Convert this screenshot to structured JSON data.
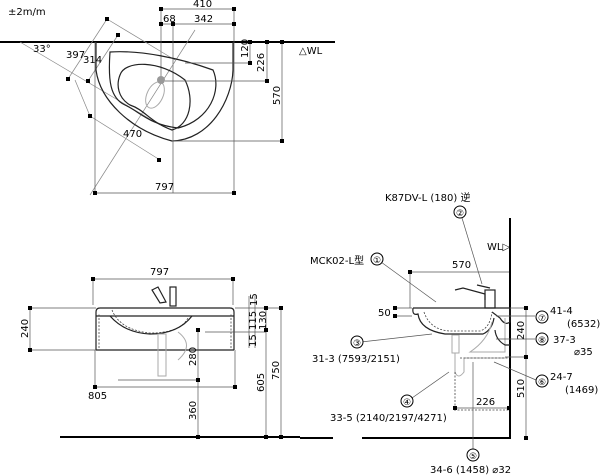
{
  "top_view": {
    "tolerance": "±2m/m",
    "dim_410": "410",
    "dim_68": "68",
    "dim_342": "342",
    "angle": "33°",
    "dim_397": "397",
    "dim_314": "314",
    "dim_120": "120",
    "dim_226": "226",
    "dim_570": "570",
    "wl_label": "△WL",
    "dim_470": "470",
    "dim_797": "797"
  },
  "front_view": {
    "dim_797": "797",
    "dim_240": "240",
    "dim_805": "805",
    "dim_280": "280",
    "dim_360": "360",
    "dim_605": "605",
    "dim_750": "750",
    "dim_15a": "15",
    "dim_115": "115",
    "dim_15b": "15",
    "dim_130": "130"
  },
  "side_view": {
    "faucet_label": "K87DV-L (180) 逆",
    "wl_label": "WL▷",
    "basin_label": "MCK02-L型",
    "dim_570": "570",
    "dim_50": "50",
    "dim_240": "240",
    "dim_510": "510",
    "dim_226": "226",
    "callouts": [
      {
        "num": "①"
      },
      {
        "num": "②"
      },
      {
        "num": "③",
        "code": "31-3 (7593/2151)"
      },
      {
        "num": "④",
        "code": "33-5 (2140/2197/4271)"
      },
      {
        "num": "⑤",
        "code": "34-6 (1458) ⌀32"
      },
      {
        "num": "⑥",
        "code": "24-7",
        "sub": "(1469)"
      },
      {
        "num": "⑦",
        "code": "41-4",
        "sub": "(6532)"
      },
      {
        "num": "⑧",
        "code": "37-3",
        "sub": "⌀35"
      }
    ]
  }
}
